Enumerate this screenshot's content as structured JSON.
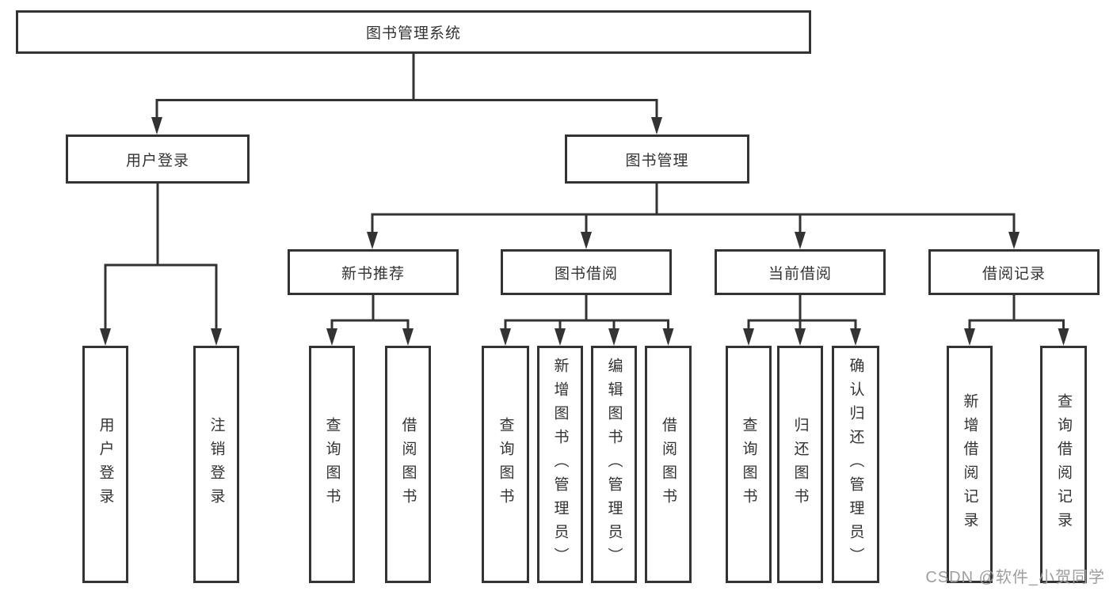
{
  "root": {
    "label": "图书管理系统"
  },
  "branches": {
    "user_login": {
      "label": "用户登录",
      "children": [
        "用户登录",
        "注销登录"
      ]
    },
    "book_mgmt": {
      "label": "图书管理"
    }
  },
  "sections": {
    "new_books": {
      "label": "新书推荐",
      "children": [
        "查询图书",
        "借阅图书"
      ]
    },
    "book_borrow": {
      "label": "图书借阅",
      "children": [
        "查询图书",
        "新增图书（管理员）",
        "编辑图书（管理员）",
        "借阅图书"
      ]
    },
    "current_borrow": {
      "label": "当前借阅",
      "children": [
        "查询图书",
        "归还图书",
        "确认归还（管理员）"
      ]
    },
    "borrow_records": {
      "label": "借阅记录",
      "children": [
        "新增借阅记录",
        "查询借阅记录"
      ]
    }
  },
  "watermark": "CSDN @软件_小贺同学",
  "colors": {
    "line": "#333333",
    "text": "#333333",
    "watermark": "#9e9e9e",
    "background": "#ffffff"
  }
}
